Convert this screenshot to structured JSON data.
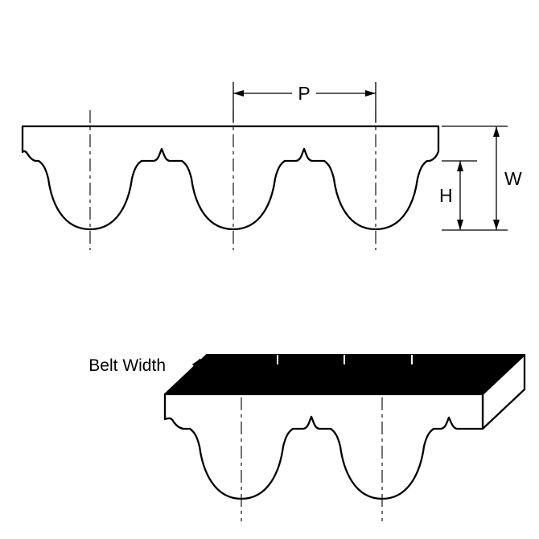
{
  "diagram": {
    "type": "technical-drawing",
    "subject": "Timing belt tooth profile (HTD style) with dimension callouts",
    "labels": {
      "pitch": "P",
      "overall_width": "W",
      "tooth_height": "H",
      "belt_width": "Belt Width"
    },
    "colors": {
      "line": "#000000",
      "belt_body": "#ffffff",
      "belt_top_face": "#000000",
      "background": "#ffffff"
    },
    "views": {
      "profile_view": {
        "teeth_visible": 3
      },
      "perspective_view": {
        "teeth_visible": 2
      }
    }
  }
}
